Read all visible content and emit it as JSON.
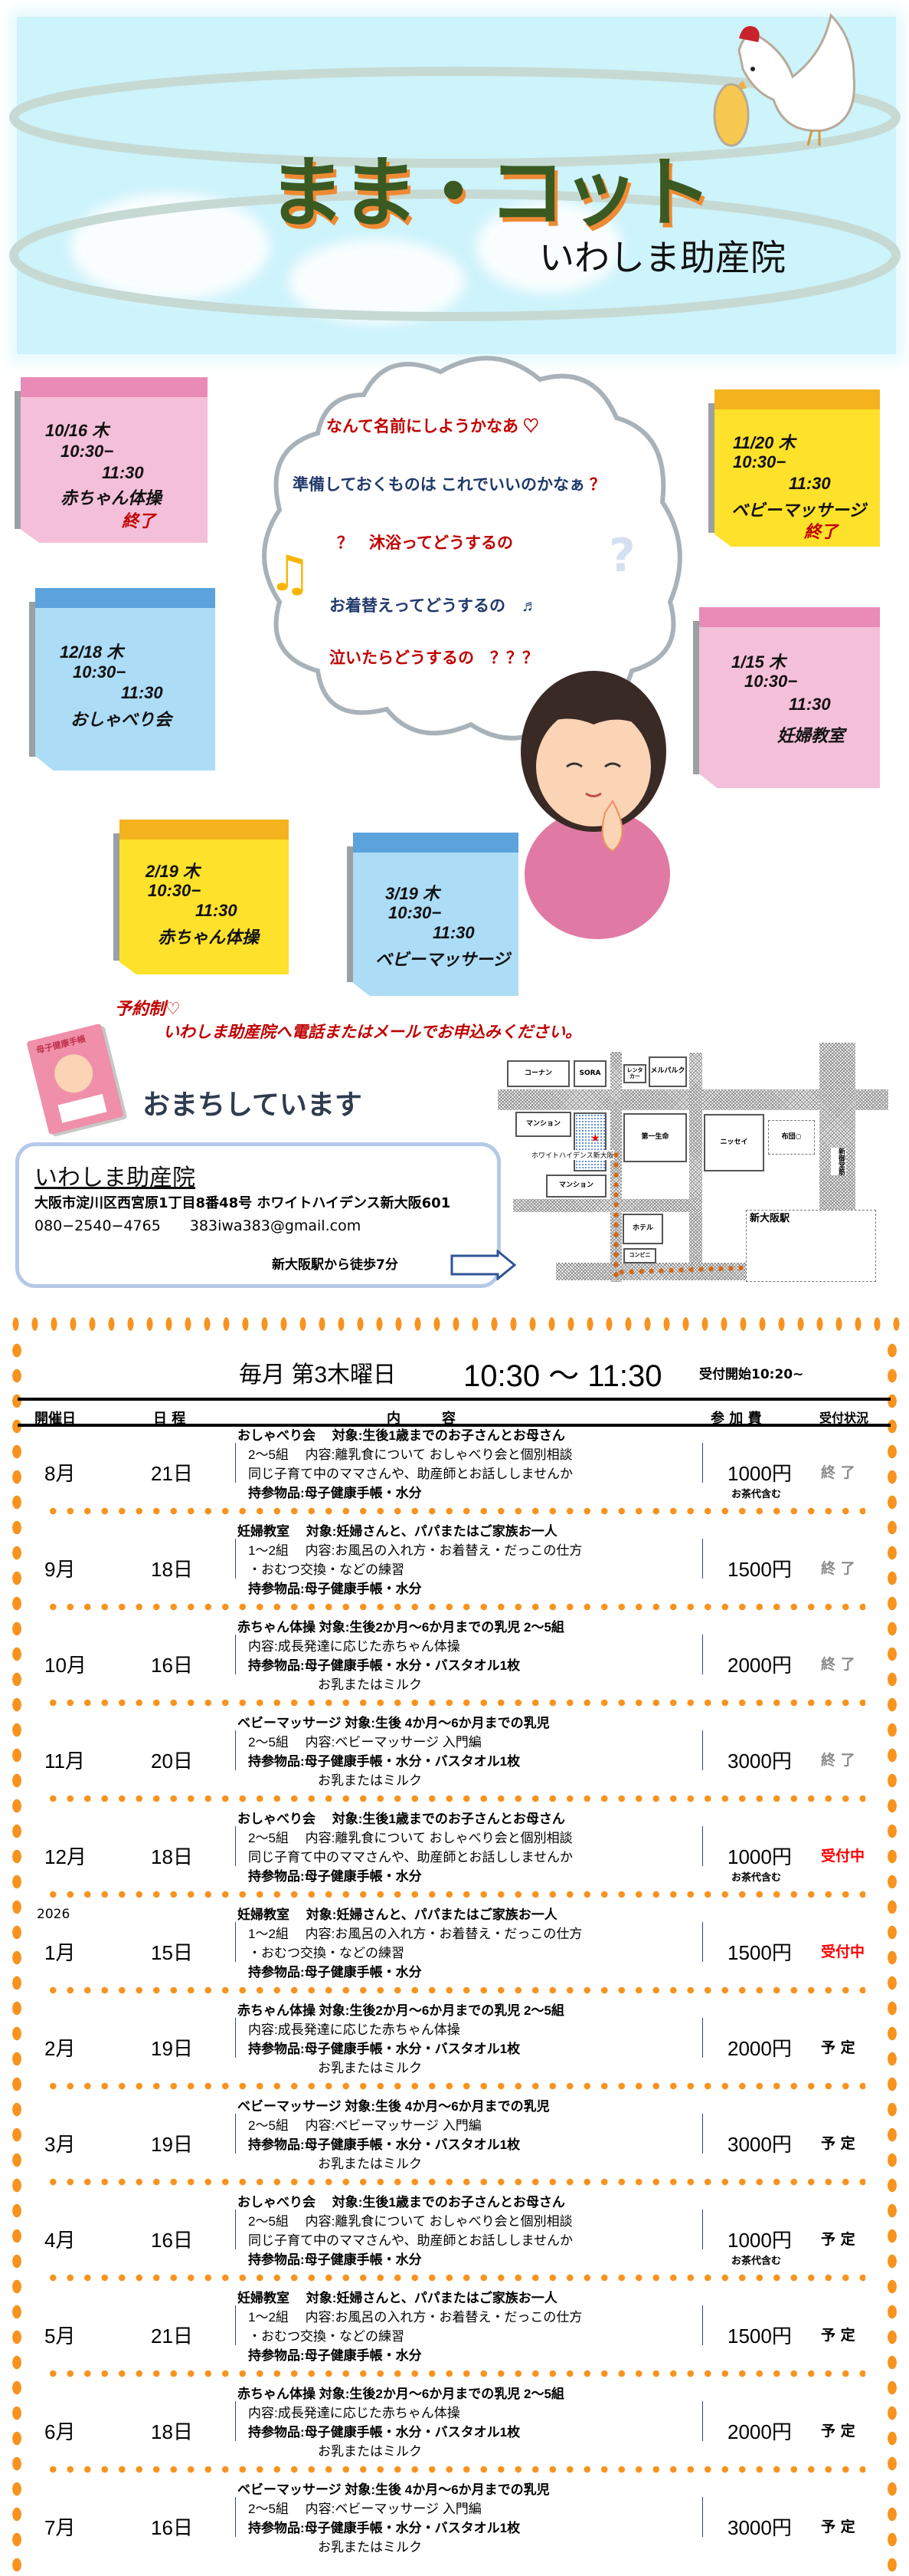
{
  "header": {
    "title": "まま・コット",
    "subtitle": "いわしま助産院"
  },
  "notes": [
    {
      "date": "10/16 木",
      "start": "10:30−",
      "end": "11:30",
      "event": "赤ちゃん体操",
      "status": "終了"
    },
    {
      "date": "11/20 木",
      "start": "10:30−",
      "end": "11:30",
      "event": "ベビーマッサージ",
      "status": "終了"
    },
    {
      "date": "12/18 木",
      "start": "10:30−",
      "end": "11:30",
      "event": "おしゃべり会"
    },
    {
      "date": "1/15 木",
      "start": "10:30−",
      "end": "11:30",
      "event": "妊婦教室"
    },
    {
      "date": "2/19 木",
      "start": "10:30−",
      "end": "11:30",
      "event": "赤ちゃん体操"
    },
    {
      "date": "3/19 木",
      "start": "10:30−",
      "end": "11:30",
      "event": "ベビーマッサージ"
    }
  ],
  "bubble": [
    {
      "text": "なんて名前にしようかなあ",
      "mark": "♡"
    },
    {
      "text": "準備しておくものは これでいいのかなぁ",
      "mark": "？"
    },
    {
      "mark": "？",
      "text": "沐浴ってどうするの"
    },
    {
      "text": "お着替えってどうするの",
      "mark": "♬"
    },
    {
      "text": "泣いたらどうするの",
      "mark": "？？？"
    }
  ],
  "reservation": {
    "line1": "予約制♡",
    "line2": "いわしま助産院へ電話またはメールでお申込みください。"
  },
  "booklet_label": "母子健康手帳",
  "waiting": "おまちしています",
  "address": {
    "name": "いわしま助産院",
    "street": "大阪市淀川区西宮原1丁目8番48号 ホワイトハイデンス新大阪601",
    "phone": "080−2540−4765",
    "email": "383iwa383@gmail.com",
    "walk": "新大阪駅から徒歩7分"
  },
  "map": {
    "konan": "コーナン",
    "sora": "SORA",
    "rentacar": "レンタカー",
    "melparque": "メルパルク",
    "mansion1": "マンション",
    "mansion2": "マンション",
    "residence": "ホワイトハイデンス新大阪",
    "daiichi": "第一生命",
    "nissay": "ニッセイ",
    "futon": "布団○",
    "midosuji": "新御堂筋",
    "hotel": "ホテル",
    "conbini": "コンビニ",
    "station": "新大阪駅"
  },
  "schedule": {
    "title": "毎月 第3木曜日",
    "time": "10:30 ～ 11:30",
    "reception": "受付開始10:20~",
    "headers": {
      "month": "開催日",
      "day": "日 程",
      "content": "内　　　容",
      "fee": "参 加 費",
      "status": "受付状況"
    },
    "rows": [
      {
        "month": "8月",
        "day": "21日",
        "lines": [
          "おしゃべり会　 対象:生後1歳までのお子さんとお母さん",
          "2～5組　 内容:離乳食について おしゃべり会と個別相談",
          "同じ子育て中のママさんや、助産師とお話ししませんか",
          "持参物品:母子健康手帳・水分"
        ],
        "fee": "1000円",
        "fee_note": "お茶代含む",
        "status": "終 了",
        "status_color": "#8a8a8a"
      },
      {
        "month": "9月",
        "day": "18日",
        "lines": [
          "妊婦教室　 対象:妊婦さんと、パパまたはご家族お一人",
          "1～2組　 内容:お風呂の入れ方・お着替え・だっこの仕方",
          "・おむつ交換・などの練習",
          "持参物品:母子健康手帳・水分"
        ],
        "fee": "1500円",
        "status": "終 了",
        "status_color": "#8a8a8a"
      },
      {
        "month": "10月",
        "day": "16日",
        "lines": [
          "赤ちゃん体操 対象:生後2か月～6か月までの乳児 2～5組",
          "内容:成長発達に応じた赤ちゃん体操",
          "持参物品:母子健康手帳・水分・バスタオル1枚",
          "お乳またはミルク"
        ],
        "fee": "2000円",
        "status": "終 了",
        "status_color": "#8a8a8a"
      },
      {
        "month": "11月",
        "day": "20日",
        "lines": [
          "ベビーマッサージ 対象:生後 4か月～6か月までの乳児",
          "2～5組　 内容:ベビーマッサージ 入門編",
          "持参物品:母子健康手帳・水分・バスタオル1枚",
          "お乳またはミルク"
        ],
        "fee": "3000円",
        "status": "終 了",
        "status_color": "#8a8a8a"
      },
      {
        "month": "12月",
        "day": "18日",
        "lines": [
          "おしゃべり会　 対象:生後1歳までのお子さんとお母さん",
          "2～5組　 内容:離乳食について おしゃべり会と個別相談",
          "同じ子育て中のママさんや、助産師とお話ししませんか",
          "持参物品:母子健康手帳・水分"
        ],
        "fee": "1000円",
        "fee_note": "お茶代含む",
        "status": "受付中",
        "status_color": "#ff0000"
      },
      {
        "year": "2026",
        "month": "1月",
        "day": "15日",
        "lines": [
          "妊婦教室　 対象:妊婦さんと、パパまたはご家族お一人",
          "1～2組　 内容:お風呂の入れ方・お着替え・だっこの仕方",
          "・おむつ交換・などの練習",
          "持参物品:母子健康手帳・水分"
        ],
        "fee": "1500円",
        "status": "受付中",
        "status_color": "#ff0000"
      },
      {
        "month": "2月",
        "day": "19日",
        "lines": [
          "赤ちゃん体操 対象:生後2か月～6か月までの乳児 2～5組",
          "内容:成長発達に応じた赤ちゃん体操",
          "持参物品:母子健康手帳・水分・バスタオル1枚",
          "お乳またはミルク"
        ],
        "fee": "2000円",
        "status": "予 定",
        "status_color": "#000000"
      },
      {
        "month": "3月",
        "day": "19日",
        "lines": [
          "ベビーマッサージ 対象:生後 4か月～6か月までの乳児",
          "2～5組　 内容:ベビーマッサージ 入門編",
          "持参物品:母子健康手帳・水分・バスタオル1枚",
          "お乳またはミルク"
        ],
        "fee": "3000円",
        "status": "予 定",
        "status_color": "#000000"
      },
      {
        "month": "4月",
        "day": "16日",
        "lines": [
          "おしゃべり会　 対象:生後1歳までのお子さんとお母さん",
          "2～5組　 内容:離乳食について おしゃべり会と個別相談",
          "同じ子育て中のママさんや、助産師とお話ししませんか",
          "持参物品:母子健康手帳・水分"
        ],
        "fee": "1000円",
        "fee_note": "お茶代含む",
        "status": "予 定",
        "status_color": "#000000"
      },
      {
        "month": "5月",
        "day": "21日",
        "lines": [
          "妊婦教室　 対象:妊婦さんと、パパまたはご家族お一人",
          "1～2組　 内容:お風呂の入れ方・お着替え・だっこの仕方",
          "・おむつ交換・などの練習",
          "持参物品:母子健康手帳・水分"
        ],
        "fee": "1500円",
        "status": "予 定",
        "status_color": "#000000"
      },
      {
        "month": "6月",
        "day": "18日",
        "lines": [
          "赤ちゃん体操 対象:生後2か月～6か月までの乳児 2～5組",
          "内容:成長発達に応じた赤ちゃん体操",
          "持参物品:母子健康手帳・水分・バスタオル1枚",
          "お乳またはミルク"
        ],
        "fee": "2000円",
        "status": "予 定",
        "status_color": "#000000"
      },
      {
        "month": "7月",
        "day": "16日",
        "lines": [
          "ベビーマッサージ 対象:生後 4か月～6か月までの乳児",
          "2～5組　 内容:ベビーマッサージ 入門編",
          "持参物品:母子健康手帳・水分・バスタオル1枚",
          "お乳またはミルク"
        ],
        "fee": "3000円",
        "status": "予 定",
        "status_color": "#000000"
      }
    ]
  }
}
